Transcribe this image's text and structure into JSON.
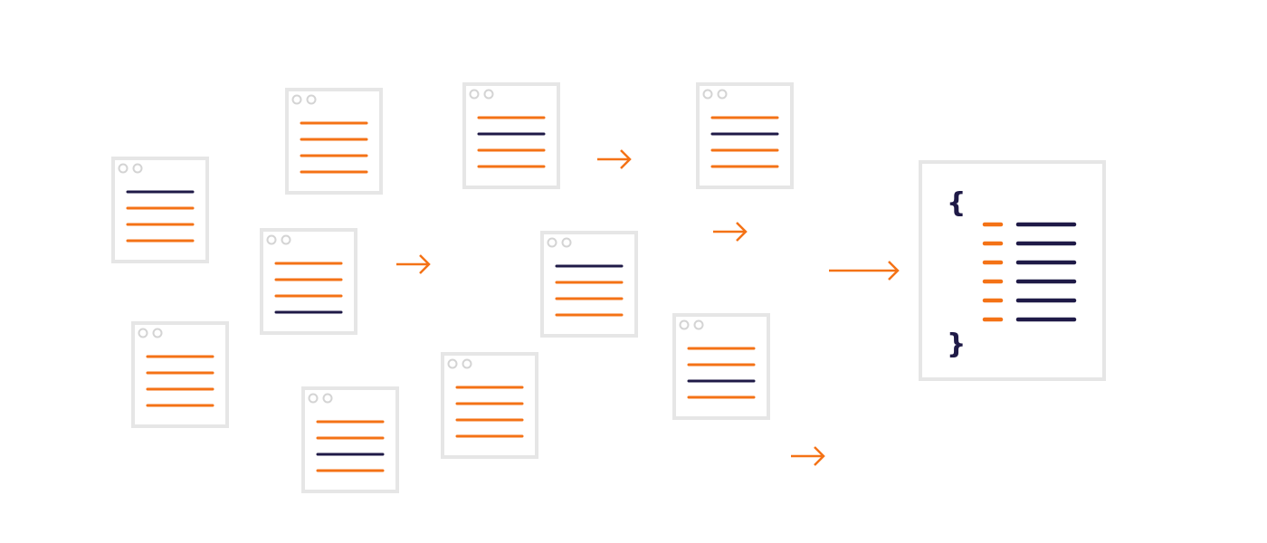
{
  "colors": {
    "border": "#e6e6e6",
    "dot": "#d4d4d4",
    "orange": "#f47216",
    "dark": "#1f1a47"
  },
  "documents": [
    {
      "lines": [
        "dark",
        "orange",
        "orange",
        "orange"
      ]
    },
    {
      "lines": [
        "orange",
        "orange",
        "orange",
        "orange"
      ]
    },
    {
      "lines": [
        "orange",
        "orange",
        "orange",
        "dark"
      ]
    },
    {
      "lines": [
        "orange",
        "orange",
        "orange",
        "orange"
      ]
    },
    {
      "lines": [
        "orange",
        "orange",
        "dark",
        "orange"
      ]
    },
    {
      "lines": [
        "orange",
        "dark",
        "orange",
        "orange"
      ]
    },
    {
      "lines": [
        "dark",
        "orange",
        "orange",
        "orange"
      ]
    },
    {
      "lines": [
        "orange",
        "orange",
        "orange",
        "orange"
      ]
    },
    {
      "lines": [
        "orange",
        "dark",
        "orange",
        "orange"
      ]
    },
    {
      "lines": [
        "orange",
        "orange",
        "dark",
        "orange"
      ]
    }
  ],
  "arrow_count": 5,
  "json_output": {
    "open_brace": "{",
    "close_brace": "}",
    "rows": 6
  }
}
